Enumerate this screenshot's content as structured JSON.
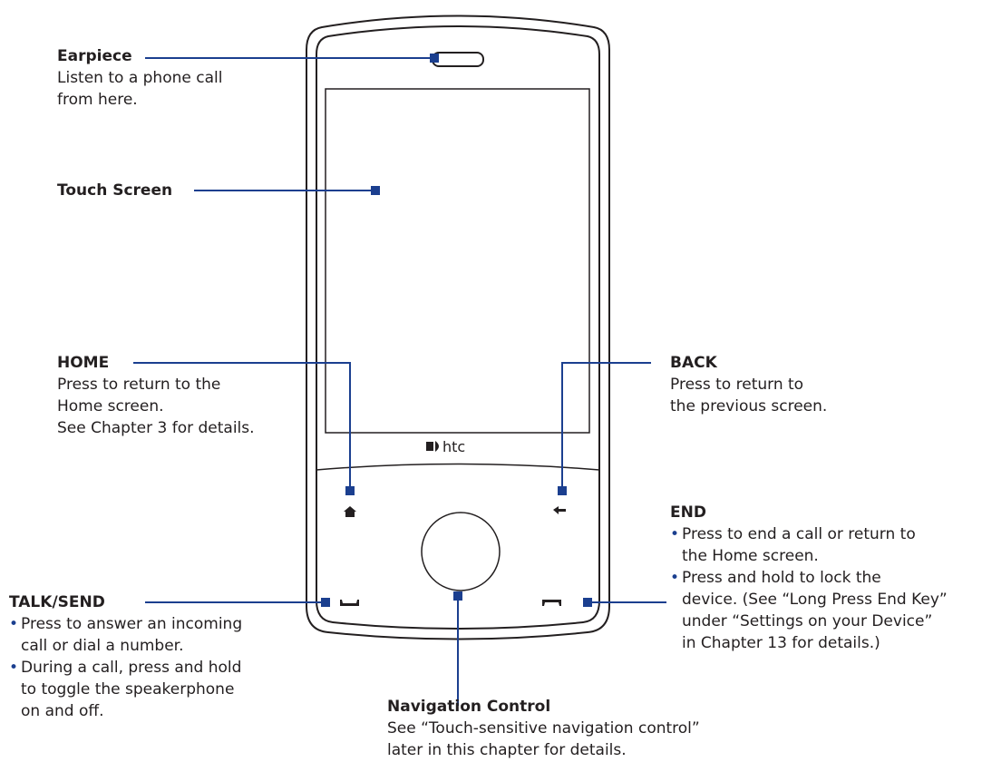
{
  "brand": {
    "logo_text": "htc"
  },
  "callouts": {
    "earpiece": {
      "title": "Earpiece",
      "desc": [
        "Listen to a phone call",
        "from here."
      ]
    },
    "touch_screen": {
      "title": "Touch Screen"
    },
    "home": {
      "title": "HOME",
      "desc": [
        "Press to return to the",
        "Home screen.",
        "See Chapter 3 for details."
      ]
    },
    "back": {
      "title": "BACK",
      "desc": [
        "Press to return to",
        "the previous screen."
      ]
    },
    "end": {
      "title": "END",
      "bullets": [
        [
          "Press to end a call or return to",
          "the Home screen."
        ],
        [
          "Press and hold to lock the",
          "device. (See “Long Press End Key”",
          "under “Settings on your Device”",
          "in Chapter 13 for details.)"
        ]
      ]
    },
    "talk_send": {
      "title": "TALK/SEND",
      "bullets": [
        [
          "Press to answer an incoming",
          "call or dial a number."
        ],
        [
          "During a call, press and hold",
          "to toggle the speakerphone",
          "on and off."
        ]
      ]
    },
    "navigation": {
      "title": "Navigation Control",
      "desc": [
        "See “Touch-sensitive navigation control”",
        "later in this chapter for details."
      ]
    }
  },
  "colors": {
    "leader": "#1b3f8f",
    "outline": "#231f20"
  }
}
